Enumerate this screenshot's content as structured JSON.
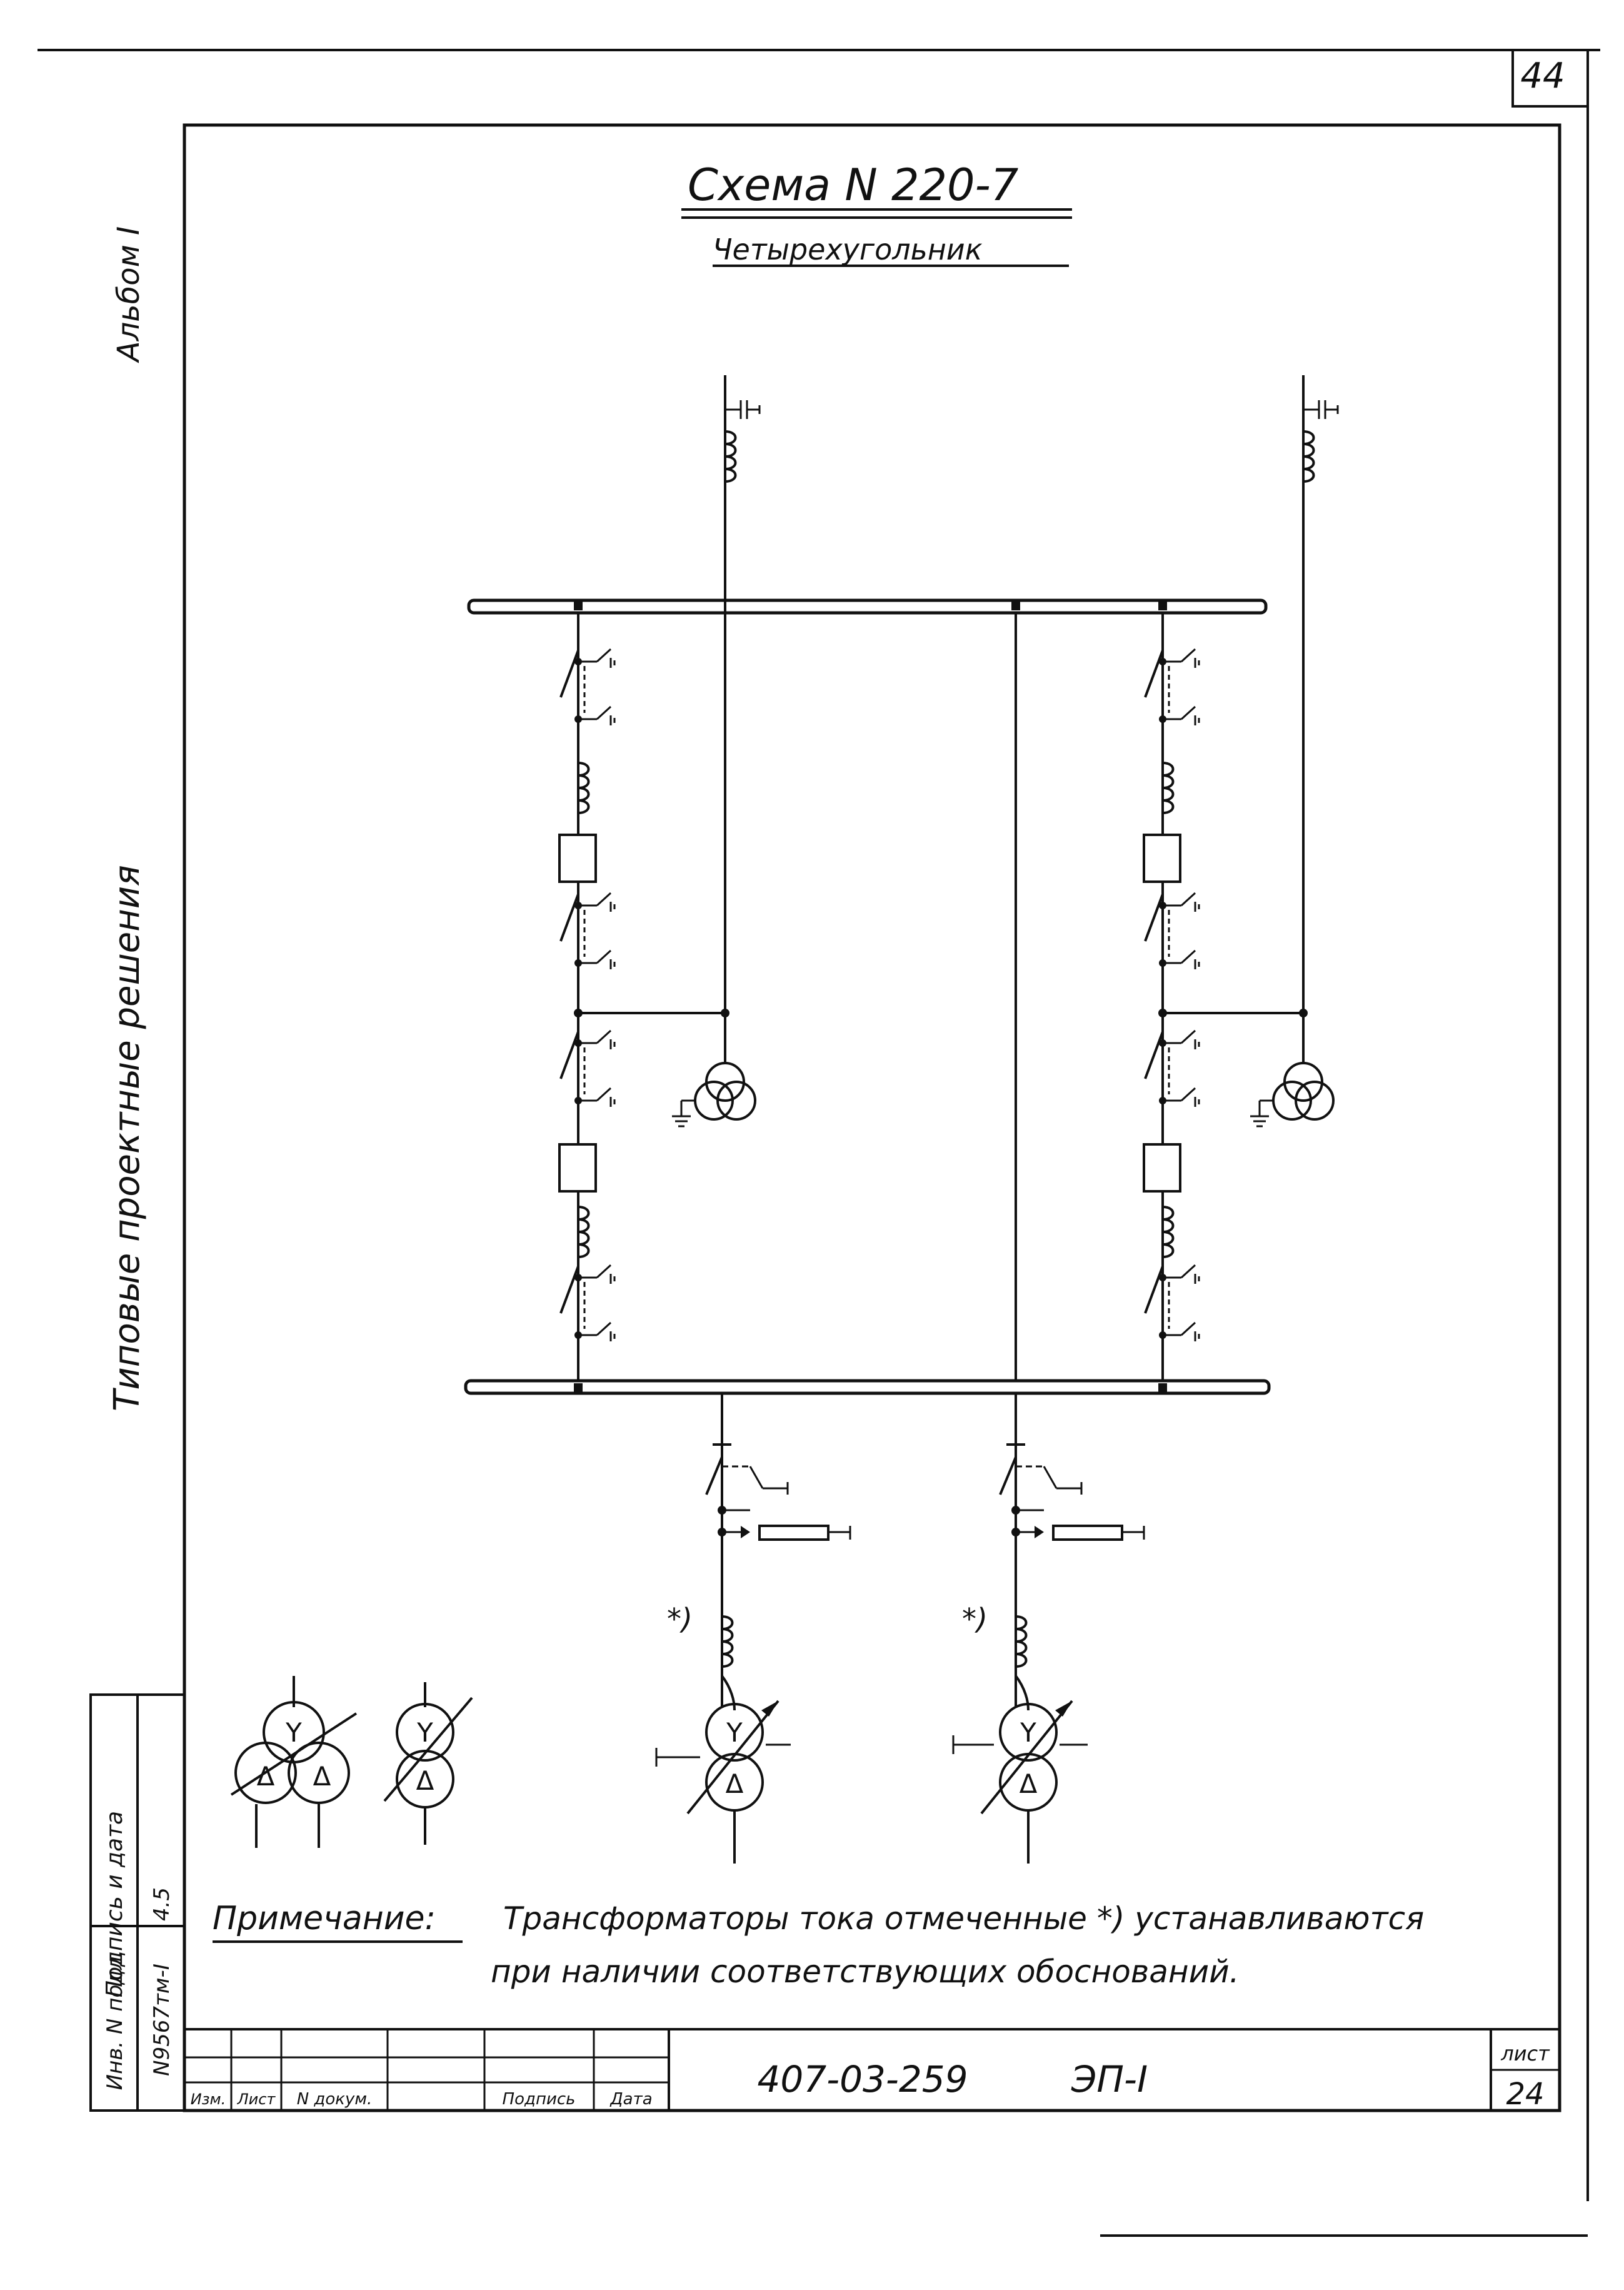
{
  "sheet_corner_number": "44",
  "album_label": "Альбом I",
  "series_label": "Типовые проектные решения",
  "title": "Схема N 220-7",
  "subtitle": "Четырехугольник",
  "note_label": "Примечание:",
  "note_line1": "Трансформаторы тока отмеченные *) устанавливаются",
  "note_line2": "при наличии соответствующих обоснований.",
  "ct_marker": "*)",
  "delta_symbol": "Δ",
  "stamp": {
    "inv_label": "Инв. N подл.",
    "sign_label": "Подпись и дата",
    "inv_value": "N9567тм-I",
    "sign_value": "4.5",
    "col_izm": "Изм.",
    "col_list": "Лист",
    "col_doc": "N докум.",
    "col_sign": "Подпись",
    "col_date": "Дата",
    "doc_code": "407-03-259",
    "doc_section": "ЭП-I",
    "sheet_label": "лист",
    "sheet_number": "24"
  },
  "colors": {
    "ink": "#111111",
    "paper": "#ffffff"
  }
}
